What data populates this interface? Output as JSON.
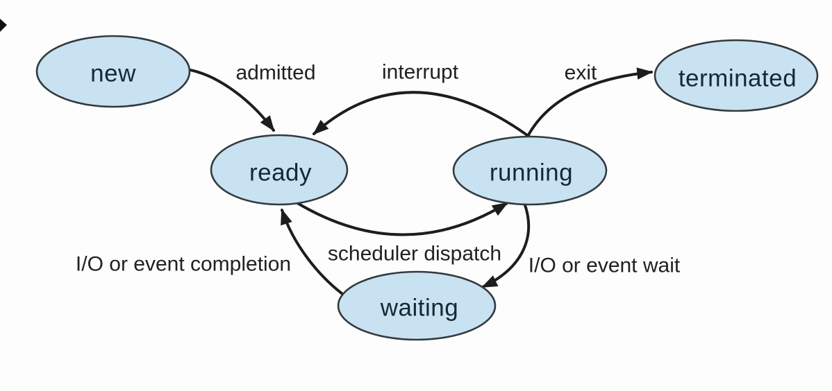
{
  "diagram": {
    "type": "state-transition-diagram",
    "background": "#fdfdfd"
  },
  "colors": {
    "node_fill": "#c8e2f1",
    "node_stroke": "#333a40",
    "arrow": "#1d1d1d",
    "node_text": "#152935",
    "edge_text": "#232020",
    "corner_mark": "#111111"
  },
  "nodes": {
    "new": {
      "label": "new"
    },
    "ready": {
      "label": "ready"
    },
    "running": {
      "label": "running"
    },
    "waiting": {
      "label": "waiting"
    },
    "terminated": {
      "label": "terminated"
    }
  },
  "edges": {
    "admitted": {
      "label": "admitted",
      "from": "new",
      "to": "ready"
    },
    "interrupt": {
      "label": "interrupt",
      "from": "running",
      "to": "ready"
    },
    "exit": {
      "label": "exit",
      "from": "running",
      "to": "terminated"
    },
    "scheduler_dispatch": {
      "label": "scheduler dispatch",
      "from": "ready",
      "to": "running"
    },
    "io_wait": {
      "label": "I/O or event wait",
      "from": "running",
      "to": "waiting"
    },
    "io_completion": {
      "label": "I/O or event completion",
      "from": "waiting",
      "to": "ready"
    }
  }
}
